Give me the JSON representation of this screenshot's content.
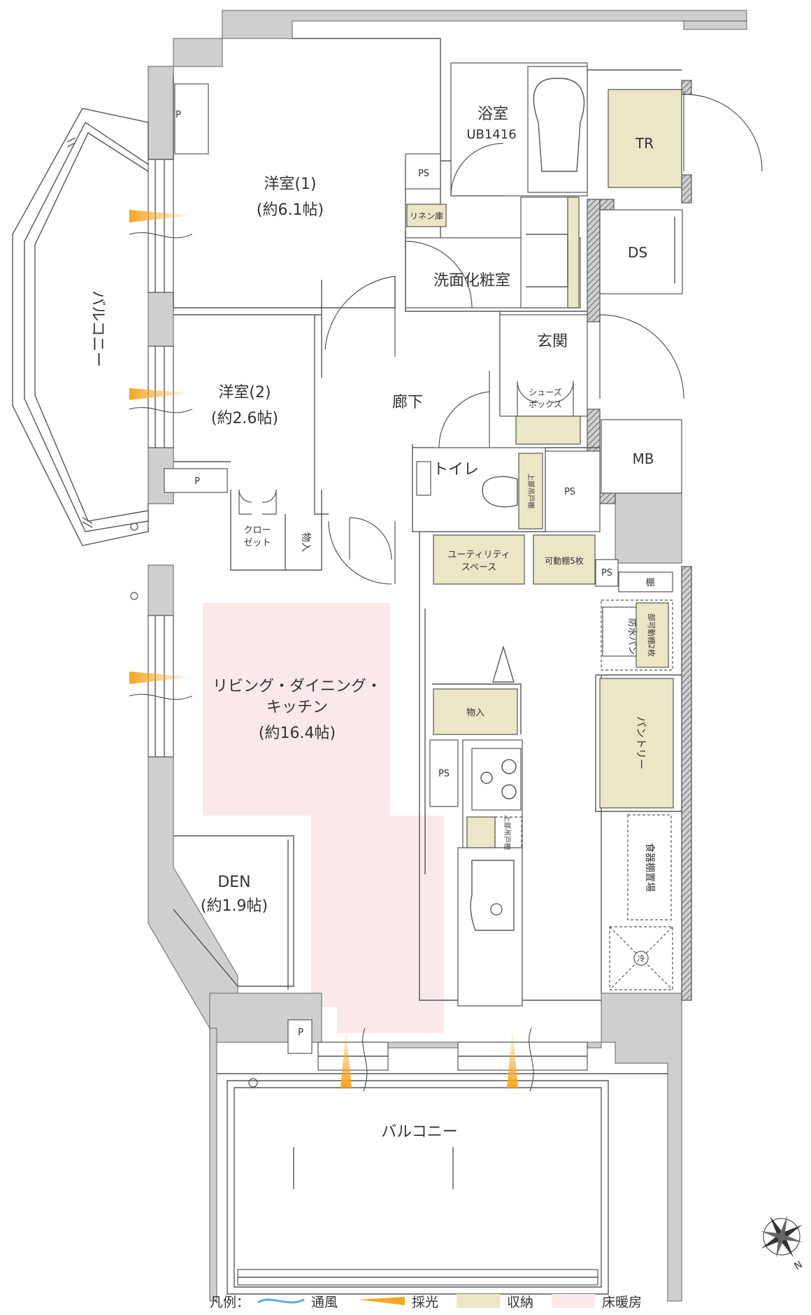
{
  "rooms": {
    "western1_name": "洋室(1)",
    "western1_size": "(約6.1帖)",
    "western2_name": "洋室(2)",
    "western2_size": "(約2.6帖)",
    "ldk_line1": "リビング・ダイニング・",
    "ldk_line2": "キッチン",
    "ldk_size": "(約16.4帖)",
    "den_name": "DEN",
    "den_size": "(約1.9帖)",
    "bath_name": "浴室",
    "bath_size": "UB1416",
    "washroom": "洗面化粧室",
    "entrance": "玄関",
    "corridor": "廊下",
    "toilet": "トイレ",
    "balcony_left": "バルコニー",
    "balcony_bottom": "バルコニー"
  },
  "fixtures": {
    "tr": "TR",
    "ds": "DS",
    "mb": "MB",
    "ps": "PS",
    "p": "P",
    "linen": "リネン庫",
    "shoebox_l1": "シューズ",
    "shoebox_l2": "ボックス",
    "closet_l1": "クロー",
    "closet_l2": "ゼット",
    "storage": "物入",
    "utility_l1": "ユーティリティ",
    "utility_l2": "スペース",
    "shelves5": "可動棚5枚",
    "shelf": "棚",
    "waterproof_pan": "防水パン",
    "upper_shelf_2": "部可動棚2枚",
    "pantry": "パントリー",
    "dish_shelf": "食器棚置場",
    "upper_cabinet": "上部吊戸棚",
    "fridge": "冷"
  },
  "legend": {
    "label": "凡例：",
    "ventilation": "通風",
    "daylight": "採光",
    "storage": "収納",
    "floor_heating": "床暖房",
    "colors": {
      "ventilation": "#5aaee0",
      "daylight": "#f5a623",
      "storage": "#ebe6c6",
      "floor_heating": "#fbe9ea"
    }
  },
  "compass": {
    "north": "N"
  }
}
